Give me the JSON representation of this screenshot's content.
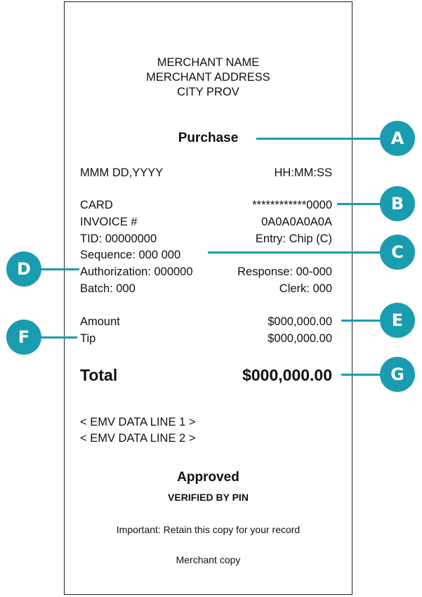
{
  "receipt": {
    "merchant_name": "MERCHANT NAME",
    "merchant_address": "MERCHANT ADDRESS",
    "city_prov": "CITY PROV",
    "transaction_type": "Purchase",
    "date": "MMM DD,YYYY",
    "time": "HH:MM:SS",
    "card_label": "CARD",
    "card_number": "************0000",
    "invoice_label": "INVOICE #",
    "invoice_value": "0A0A0A0A0A",
    "tid": "TID: 00000000",
    "entry": "Entry: Chip (C)",
    "sequence": "Sequence: 000 000",
    "authorization": "Authorization: 000000",
    "response": "Response: 00-000",
    "batch": "Batch: 000",
    "clerk": "Clerk: 000",
    "amount_label": "Amount",
    "amount_value": "$000,000.00",
    "tip_label": "Tip",
    "tip_value": "$000,000.00",
    "total_label": "Total",
    "total_value": "$000,000.00",
    "emv_line_1": "< EMV DATA LINE 1 >",
    "emv_line_2": "< EMV DATA LINE 2 >",
    "status": "Approved",
    "verification": "VERIFIED BY PIN",
    "notice": "Important: Retain this copy for your record",
    "copy_type": "Merchant copy"
  },
  "callouts": [
    {
      "label": "A",
      "target": "Purchase"
    },
    {
      "label": "B",
      "target": "card number"
    },
    {
      "label": "C",
      "target": "Sequence"
    },
    {
      "label": "D",
      "target": "Authorization"
    },
    {
      "label": "E",
      "target": "Amount"
    },
    {
      "label": "F",
      "target": "Tip"
    },
    {
      "label": "G",
      "target": "Total"
    }
  ],
  "colors": {
    "callout": "#1a9cb0"
  }
}
